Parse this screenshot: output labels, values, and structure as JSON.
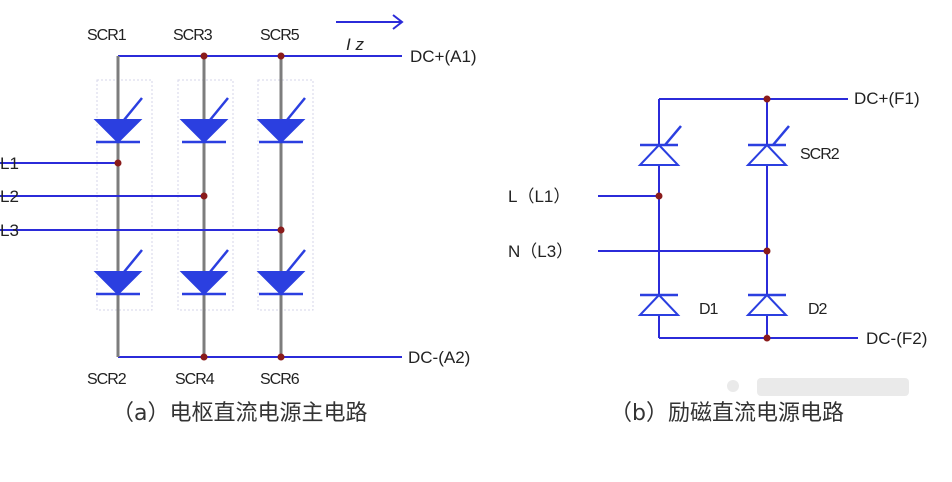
{
  "figure_a": {
    "scr_top": [
      "SCR1",
      "SCR3",
      "SCR5"
    ],
    "scr_bottom": [
      "SCR2",
      "SCR4",
      "SCR6"
    ],
    "current_label": "I z",
    "dc_plus": "DC+(A1)",
    "dc_minus": "DC-(A2)",
    "phases": [
      "L1",
      "L2",
      "L3"
    ],
    "caption": "（a）电枢直流电源主电路"
  },
  "figure_b": {
    "dc_plus": "DC+(F1)",
    "dc_minus": "DC-(F2)",
    "input_l": "L（L1）",
    "input_n": "N（L3）",
    "scr_label": "SCR2",
    "diode_labels": [
      "D1",
      "D2"
    ],
    "caption": "（b）励磁直流电源电路"
  },
  "colors": {
    "wire": "#2b2bd9",
    "device": "#2b3fe0",
    "node": "#8a1b1b",
    "bridge_bar": "#7d7d7d"
  }
}
